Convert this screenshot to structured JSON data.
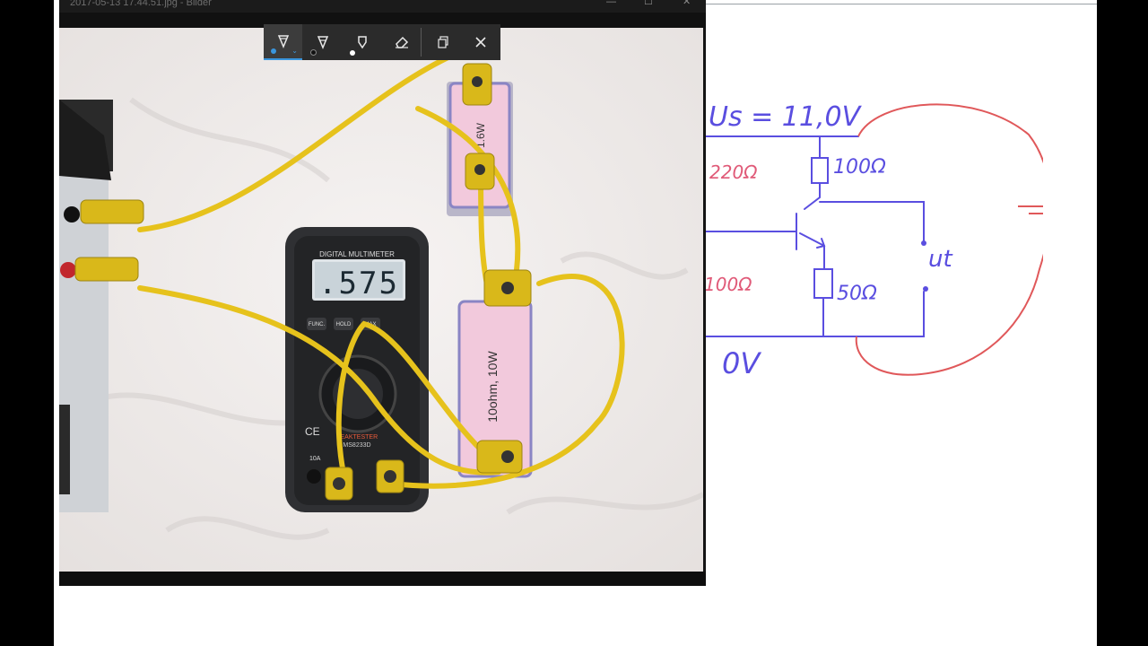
{
  "window": {
    "title": "2017-05-13 17.44.51.jpg - Bilder",
    "minimize": "—",
    "maximize": "☐",
    "close": "✕"
  },
  "ink_toolbar": {
    "tools": [
      {
        "name": "ballpoint-pen",
        "icon": "pen-icon",
        "dot_color": "#3a96dd",
        "active": true
      },
      {
        "name": "pencil",
        "icon": "pencil-icon",
        "dot_color": "#111111"
      },
      {
        "name": "highlighter",
        "icon": "highlighter-icon",
        "dot_color": "#ffffff"
      },
      {
        "name": "eraser",
        "icon": "eraser-icon"
      }
    ],
    "copy_icon": "copy-icon",
    "close_icon": "close-icon"
  },
  "photo": {
    "meter_brand": "DIGITAL MULTIMETER",
    "meter_reading": ".575",
    "meter_maker": "PEAKTESTER",
    "meter_model": "MS8233D",
    "resistor_large_label": "10ohm, 10W",
    "resistor_small_label": "1.6W",
    "meter_buttons": [
      "FUNC.",
      "HOLD",
      "MAX"
    ],
    "ce_mark": "CE",
    "jack_label": "10A"
  },
  "diagram": {
    "supply_label": "Us = 11,0V",
    "r1_label": "220Ω",
    "r2_label": "100Ω",
    "r3_label": "100Ω",
    "r4_label": "50Ω",
    "ut_label": "ut",
    "ground_label": "0V",
    "battery_plus": "+",
    "battery_minus": "−",
    "colors": {
      "circuit": "#5a4ee0",
      "labels": "#e05a78",
      "loop": "#e0585a"
    }
  }
}
